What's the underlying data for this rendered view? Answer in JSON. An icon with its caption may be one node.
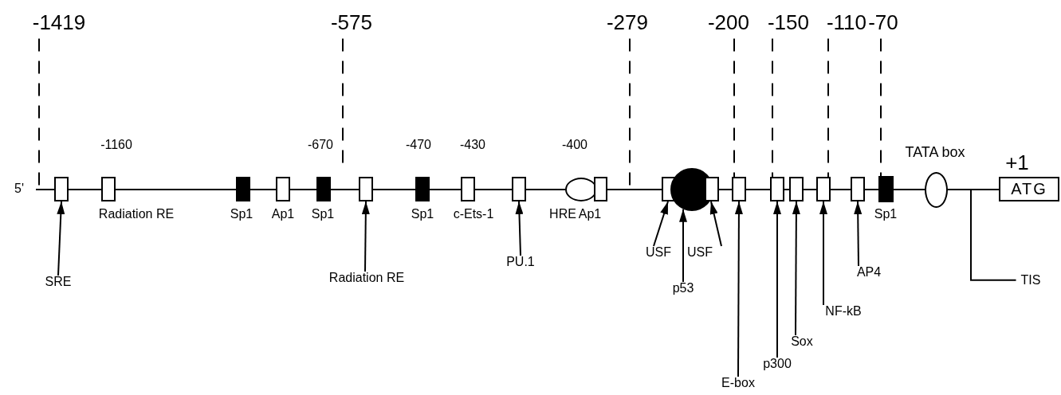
{
  "diagram": {
    "nodes": [
      {
        "text": [],
        "shape": "box"
      },
      {
        "text": [
          "Radiation RE"
        ],
        "beside": [
          "-1160"
        ]
      },
      {
        "text": [
          "Sp1"
        ]
      },
      {
        "text": [
          "Ap1"
        ]
      },
      {
        "text": [
          "Sp1"
        ],
        "beside": [
          "-670"
        ]
      },
      {
        "text": [],
        "shape": "box"
      },
      {
        "text": [
          "Sp1"
        ],
        "beside": [
          "-470"
        ]
      },
      {
        "text": [
          "c-Ets-1"
        ],
        "beside": [
          "-430"
        ]
      },
      {
        "text": [],
        "shape": "box"
      },
      {
        "text": [
          "HRE"
        ],
        "beside": [
          "-400"
        ]
      },
      {
        "text": [
          "Ap1"
        ]
      },
      {
        "text": [],
        "shape": "box"
      },
      {
        "text": [],
        "shape": "circle"
      },
      {
        "text": [],
        "shape": "box"
      },
      {
        "text": [],
        "shape": "box"
      },
      {
        "text": [],
        "shape": "box"
      },
      {
        "text": [],
        "shape": "box"
      },
      {
        "text": [],
        "shape": "box"
      },
      {
        "text": [],
        "shape": "box"
      },
      {
        "text": [
          "Sp1"
        ]
      },
      {
        "text": [
          "TATA box"
        ]
      },
      {
        "text": [
          "ATG"
        ],
        "beside": [
          "+1"
        ]
      },
      {
        "text": [
          "SRE"
        ]
      },
      {
        "text": [
          "Radiation RE"
        ]
      },
      {
        "text": [
          "PU.1"
        ]
      },
      {
        "text": [
          "USF"
        ]
      },
      {
        "text": [
          "p53"
        ]
      },
      {
        "text": [
          "USF"
        ]
      },
      {
        "text": [
          "E-box"
        ]
      },
      {
        "text": [
          "p300"
        ]
      },
      {
        "text": [
          "Sox"
        ]
      },
      {
        "text": [
          "NF-kB"
        ]
      },
      {
        "text": [
          "AP4"
        ]
      },
      {
        "text": [
          "TIS"
        ]
      },
      {
        "text": [
          "-1419"
        ]
      },
      {
        "text": [
          "-575"
        ]
      },
      {
        "text": [
          "-279"
        ]
      },
      {
        "text": [
          "-200"
        ]
      },
      {
        "text": [
          "-150"
        ]
      },
      {
        "text": [
          "-110"
        ]
      },
      {
        "text": [
          "-70"
        ]
      }
    ],
    "edges": [
      {
        "from": 22,
        "to": 0,
        "arrow": "to"
      },
      {
        "from": 23,
        "to": 5,
        "arrow": "to"
      },
      {
        "from": 24,
        "to": 8,
        "arrow": "to"
      },
      {
        "from": 25,
        "to": 11,
        "arrow": "to"
      },
      {
        "from": 26,
        "to": 12,
        "arrow": "to"
      },
      {
        "from": 27,
        "to": 13,
        "arrow": "to"
      },
      {
        "from": 28,
        "to": 14,
        "arrow": "to"
      },
      {
        "from": 29,
        "to": 15,
        "arrow": "to"
      },
      {
        "from": 30,
        "to": 16,
        "arrow": "to"
      },
      {
        "from": 31,
        "to": 17,
        "arrow": "to"
      },
      {
        "from": 32,
        "to": 18,
        "arrow": "to"
      },
      {
        "from": 33,
        "to": null,
        "arrow": "none"
      },
      {
        "from": 34,
        "to": null,
        "arrow": "none",
        "style": "dashed"
      },
      {
        "from": 35,
        "to": null,
        "arrow": "none",
        "style": "dashed"
      },
      {
        "from": 36,
        "to": null,
        "arrow": "none",
        "style": "dashed"
      },
      {
        "from": 37,
        "to": 14,
        "arrow": "none",
        "style": "dashed"
      },
      {
        "from": 38,
        "to": 15,
        "arrow": "none",
        "style": "dashed"
      },
      {
        "from": 39,
        "to": 17,
        "arrow": "none",
        "style": "dashed"
      },
      {
        "from": 40,
        "to": 19,
        "arrow": "none",
        "style": "dashed"
      }
    ],
    "labels": [
      "5'"
    ]
  }
}
